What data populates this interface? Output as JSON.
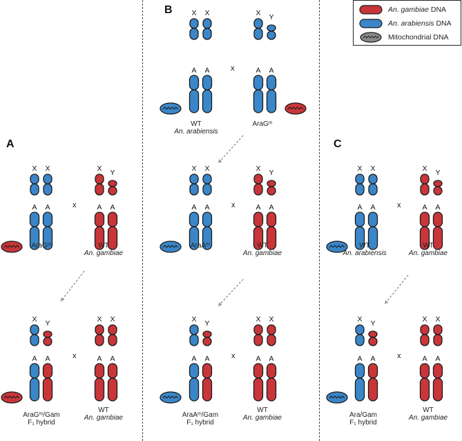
{
  "legend": {
    "gambiae": {
      "italic": "An. gambiae",
      "rest": " DNA"
    },
    "arabiensis": {
      "italic": "An. arabiensis",
      "rest": " DNA"
    },
    "mito": "Mitochondrial DNA"
  },
  "colors": {
    "red": "#c8363a",
    "blue": "#3a86c8",
    "grey": "#8a8a8a",
    "outline": "#1a1a1a"
  },
  "cross_symbol": "x",
  "chrom_labels": {
    "x": "X",
    "y": "Y",
    "a": "A"
  },
  "panels": {
    "a": {
      "letter": "A",
      "row1": {
        "left_caption": "AraGᵐ",
        "right_caption1": "WT",
        "right_caption2": "An. gambiae"
      },
      "row2": {
        "left_caption1": "AraGᵐ/Gam",
        "left_caption2": "F₁ hybrid",
        "right_caption1": "WT",
        "right_caption2": "An. gambiae"
      }
    },
    "b": {
      "letter": "B",
      "row0": {
        "left_caption1": "WT",
        "left_caption2": "An. arabiensis",
        "right_caption": "AraGᵐ"
      },
      "row1": {
        "left_caption": "AraAᵐ",
        "right_caption1": "WT",
        "right_caption2": "An. gambiae"
      },
      "row2": {
        "left_caption1": "AraAᵐ/Gam",
        "left_caption2": "F₁ hybrid",
        "right_caption1": "WT",
        "right_caption2": "An. gambiae"
      }
    },
    "c": {
      "letter": "C",
      "row1": {
        "left_caption1": "WT",
        "left_caption2": "An. arabiensis",
        "right_caption1": "WT",
        "right_caption2": "An. gambiae"
      },
      "row2": {
        "left_caption1": "Ara/Gam",
        "left_caption2": "F₁ hybrid",
        "right_caption1": "WT",
        "right_caption2": "An. gambiae"
      }
    }
  }
}
